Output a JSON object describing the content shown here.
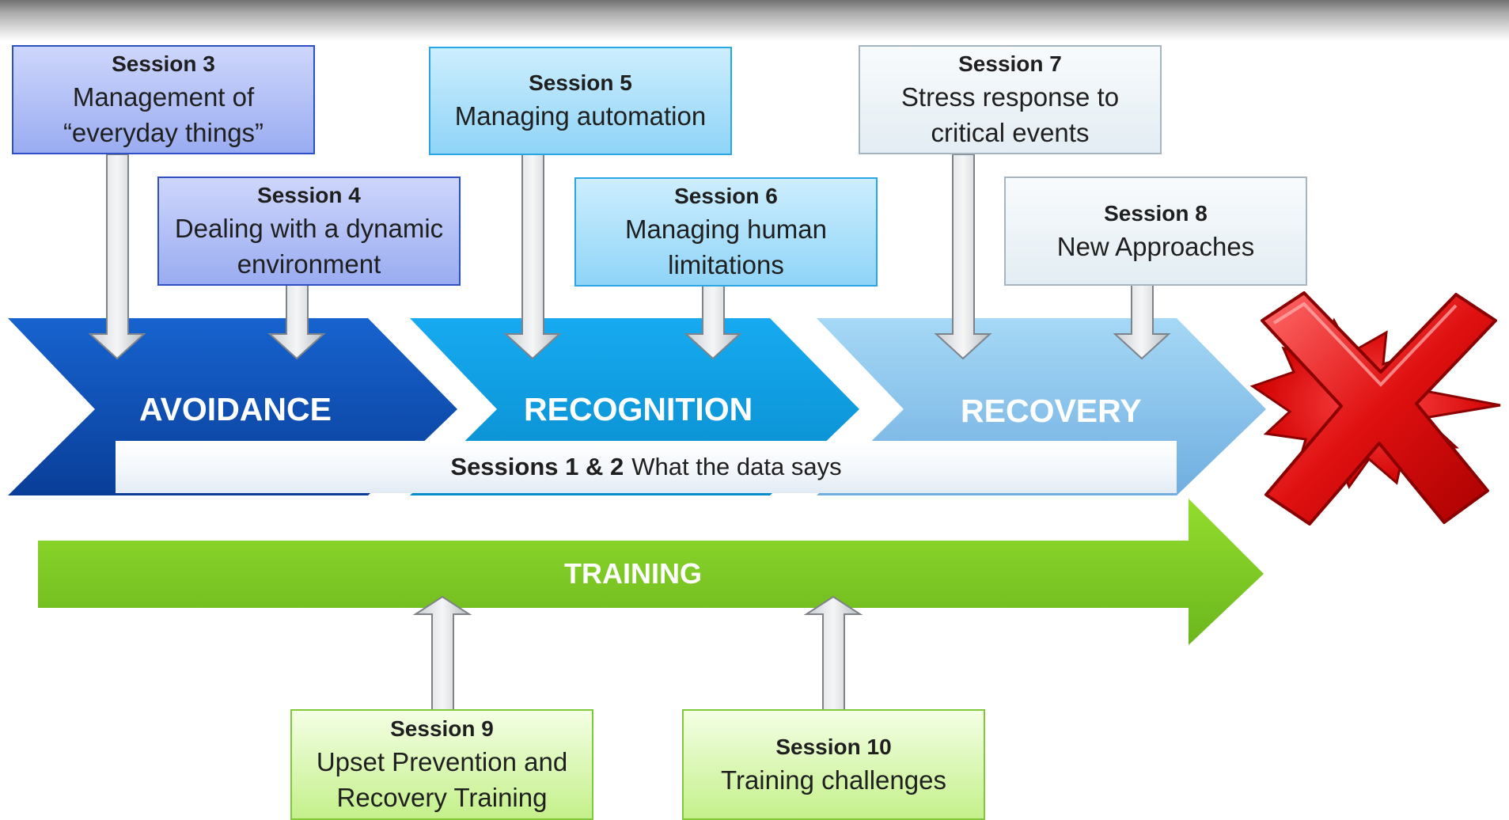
{
  "stages": {
    "avoidance": "AVOIDANCE",
    "recognition": "RECOGNITION",
    "recovery": "RECOVERY"
  },
  "data_bar": {
    "bold": "Sessions 1 & 2",
    "text": "What the data says"
  },
  "training": "TRAINING",
  "sessions": {
    "s3": {
      "title": "Session 3",
      "line1": "Management of",
      "line2": "“everyday things”"
    },
    "s4": {
      "title": "Session 4",
      "line1": "Dealing with a dynamic",
      "line2": "environment"
    },
    "s5": {
      "title": "Session 5",
      "line1": "Managing automation"
    },
    "s6": {
      "title": "Session 6",
      "line1": "Managing human",
      "line2": "limitations"
    },
    "s7": {
      "title": "Session 7",
      "line1": "Stress  response to",
      "line2": "critical events"
    },
    "s8": {
      "title": "Session 8",
      "line1": "New Approaches"
    },
    "s9": {
      "title": "Session 9",
      "line1": "Upset Prevention and",
      "line2": "Recovery Training"
    },
    "s10": {
      "title": "Session 10",
      "line1": "Training challenges"
    }
  },
  "icons": {
    "failure": "red-x-burst-icon"
  },
  "colors": {
    "avoidance": "#0a4db2",
    "recognition": "#0aa0e6",
    "recovery": "#8ccaf0",
    "training": "#7ccd23",
    "failure": "#e00000"
  }
}
